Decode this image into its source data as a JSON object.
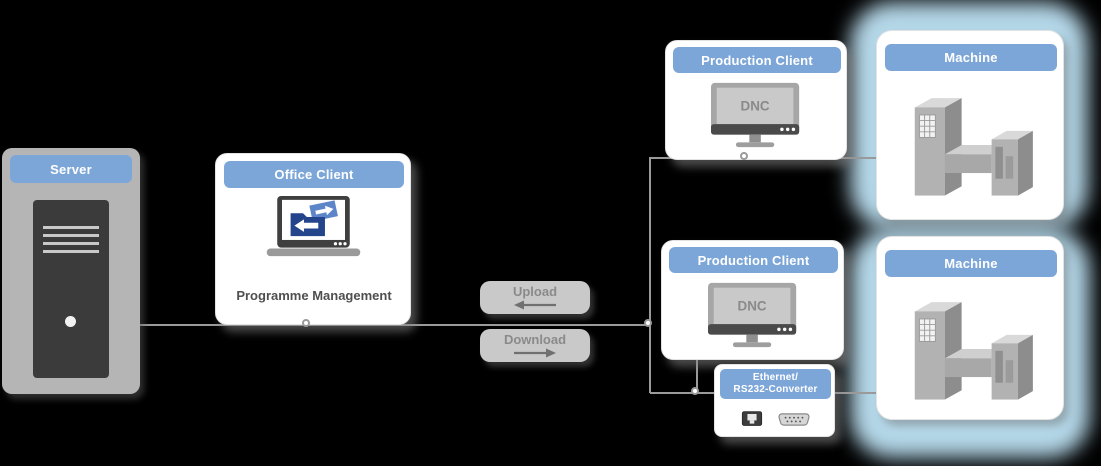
{
  "colors": {
    "background": "#000000",
    "header_blue": "#7da6d8",
    "machine_glow": "#b4d7e8",
    "connector_gray": "#9a9a9a",
    "pill_gray": "#c9c9c9",
    "pill_text_gray": "#8a8a8a"
  },
  "server": {
    "title": "Server"
  },
  "office_client": {
    "title": "Office Client",
    "caption": "Programme Management"
  },
  "transfer": {
    "upload_label": "Upload",
    "download_label": "Download"
  },
  "production_clients": {
    "top": {
      "title": "Production Client",
      "screen_label": "DNC"
    },
    "bottom": {
      "title": "Production Client",
      "screen_label": "DNC"
    }
  },
  "machines": {
    "top": {
      "title": "Machine"
    },
    "bottom": {
      "title": "Machine"
    }
  },
  "converter": {
    "title_line1": "Ethernet/",
    "title_line2": "RS232-Converter"
  }
}
